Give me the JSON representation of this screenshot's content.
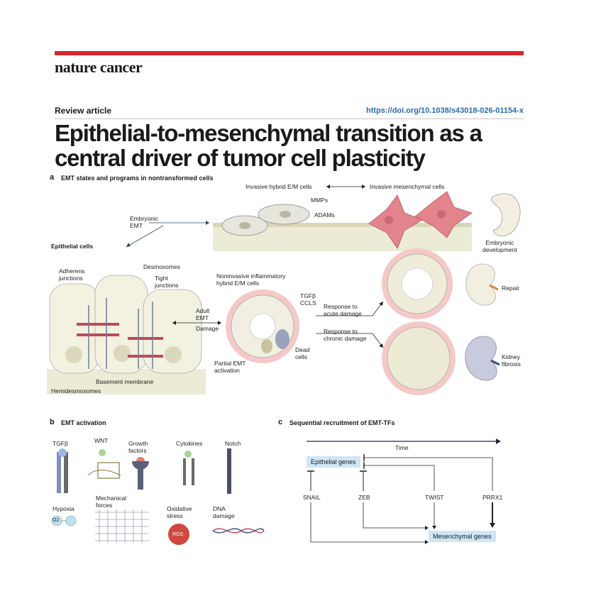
{
  "header": {
    "journal": "nature cancer",
    "article_type": "Review article",
    "doi": "https://doi.org/10.1038/s43018-026-01154-x",
    "title_line1": "Epithelial-to-mesenchymal transition as a",
    "title_line2": "central driver of tumor cell plasticity"
  },
  "panel_a": {
    "letter": "a",
    "title": "EMT states and programs in nontransformed cells",
    "labels": {
      "invasive_hybrid": "Invasive hybrid E/M cells",
      "invasive_mes": "Invasive mesenchymal cells",
      "mmps": "MMPs",
      "adams": "ADAMs",
      "embryonic_emt_1": "Embryonic",
      "embryonic_emt_2": "EMT",
      "embryonic_dev_1": "Embryonic",
      "embryonic_dev_2": "development",
      "epithelial_cells": "Epithelial cells",
      "adherens_1": "Adherens",
      "adherens_2": "junctions",
      "desmosomes": "Desmosomes",
      "tight_1": "Tight",
      "tight_2": "junctions",
      "basement": "Basement membrane",
      "hemidesmosomes": "Hemidesmosomes",
      "adult_emt_1": "Adult",
      "adult_emt_2": "EMT",
      "damage": "Damage",
      "noninvasive_1": "Noninvasive inflammatory",
      "noninvasive_2": "hybrid E/M cells",
      "tgfb": "TGFβ",
      "ccls": "CCLS",
      "dead_1": "Dead",
      "dead_2": "cells",
      "partial_1": "Partial EMT",
      "partial_2": "activation",
      "acute_1": "Response to",
      "acute_2": "acute damage",
      "chronic_1": "Response to",
      "chronic_2": "chronic damage",
      "repair": "Repair",
      "kidney_1": "Kidney",
      "kidney_2": "fibrosis"
    }
  },
  "panel_b": {
    "letter": "b",
    "title": "EMT activation",
    "labels": {
      "tgfb": "TGFβ",
      "wnt": "WNT",
      "growth_1": "Growth",
      "growth_2": "factors",
      "cytokines": "Cytokines",
      "notch": "Notch",
      "hypoxia": "Hypoxia",
      "mech_1": "Mechanical",
      "mech_2": "forces",
      "oxid_1": "Oxidative",
      "oxid_2": "stress",
      "ros": "ROS",
      "dna_1": "DNA",
      "dna_2": "damage",
      "o2": "O2"
    }
  },
  "panel_c": {
    "letter": "c",
    "title": "Sequential recruitment of EMT-TFs",
    "time": "Time",
    "epithelial_genes": "Epithelial genes",
    "mesenchymal_genes": "Mesenchymal genes",
    "tfs": [
      "SNAIL",
      "ZEB",
      "TWIST",
      "PRRX1"
    ]
  },
  "colors": {
    "brand_red": "#d7262b",
    "doi_blue": "#2a6ab0",
    "gene_box": "#cfe6f6",
    "cell_fill": "#ece9d4",
    "mes_cell": "#e3848c"
  }
}
